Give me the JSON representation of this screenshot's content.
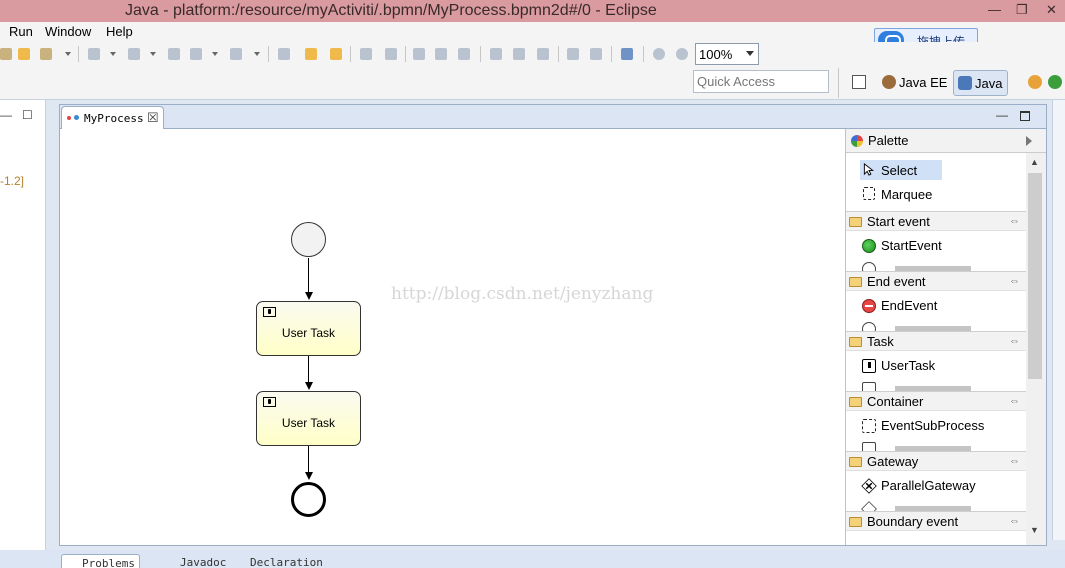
{
  "window": {
    "title": "Java - platform:/resource/myActiviti/.bpmn/MyProcess.bpmn2d#/0 - Eclipse",
    "controls": {
      "minimize": "—",
      "maximize": "❐",
      "close": "✕"
    }
  },
  "menu": {
    "items": [
      "Run",
      "Window",
      "Help"
    ]
  },
  "upload_button": {
    "label": "拖拽上传"
  },
  "toolbar": {
    "zoom_value": "100%"
  },
  "quick_access": {
    "placeholder": "Quick Access"
  },
  "perspectives": [
    {
      "label": "Java EE",
      "active": false
    },
    {
      "label": "Java",
      "active": true
    }
  ],
  "left_view": {
    "minimize": "—",
    "maximize": "☐",
    "visible_text": "-1.2]"
  },
  "editor": {
    "tab_label": "MyProcess",
    "tab_close": "☒",
    "watermark": "http://blog.csdn.net/jenyzhang",
    "tasks": [
      {
        "label": "User Task"
      },
      {
        "label": "User Task"
      }
    ]
  },
  "palette": {
    "title": "Palette",
    "tools": [
      {
        "label": "Select",
        "selected": true
      },
      {
        "label": "Marquee",
        "selected": false
      }
    ],
    "drawers": [
      {
        "label": "Start event",
        "item": "StartEvent",
        "icon": "start-event-icon"
      },
      {
        "label": "End event",
        "item": "EndEvent",
        "icon": "end-event-icon"
      },
      {
        "label": "Task",
        "item": "UserTask",
        "icon": "user-task-icon"
      },
      {
        "label": "Container",
        "item": "EventSubProcess",
        "icon": "subprocess-icon"
      },
      {
        "label": "Gateway",
        "item": "ParallelGateway",
        "icon": "parallel-gateway-icon"
      },
      {
        "label": "Boundary event",
        "item": "",
        "icon": ""
      }
    ]
  },
  "bottom_tabs": [
    "Problems",
    "Javadoc",
    "Declaration"
  ],
  "colors": {
    "titlebar": "#d99aa0",
    "task_fill": "#ffffc8",
    "selection": "#cfe0f7",
    "start_event_green": "#1b8a1b",
    "end_event_red": "#e84545"
  }
}
